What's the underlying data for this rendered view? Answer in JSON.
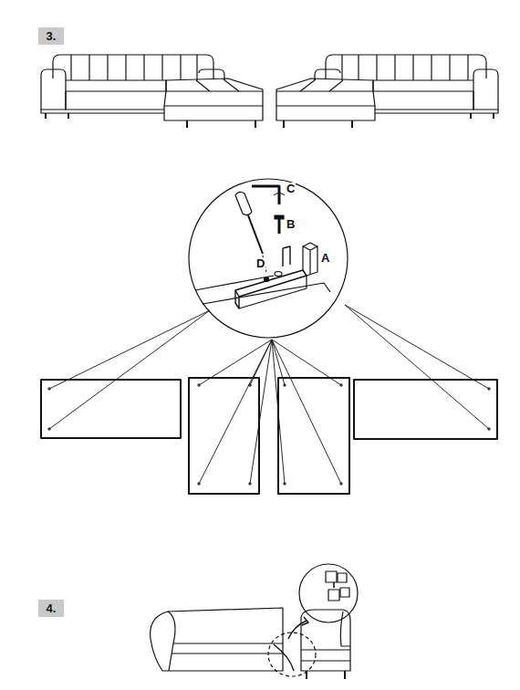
{
  "diagram": {
    "nodes": [
      {
        "text": [
          "3."
        ]
      },
      {
        "text": [
          "4."
        ]
      }
    ],
    "labels": [
      "C",
      "B",
      "A",
      "D"
    ]
  }
}
